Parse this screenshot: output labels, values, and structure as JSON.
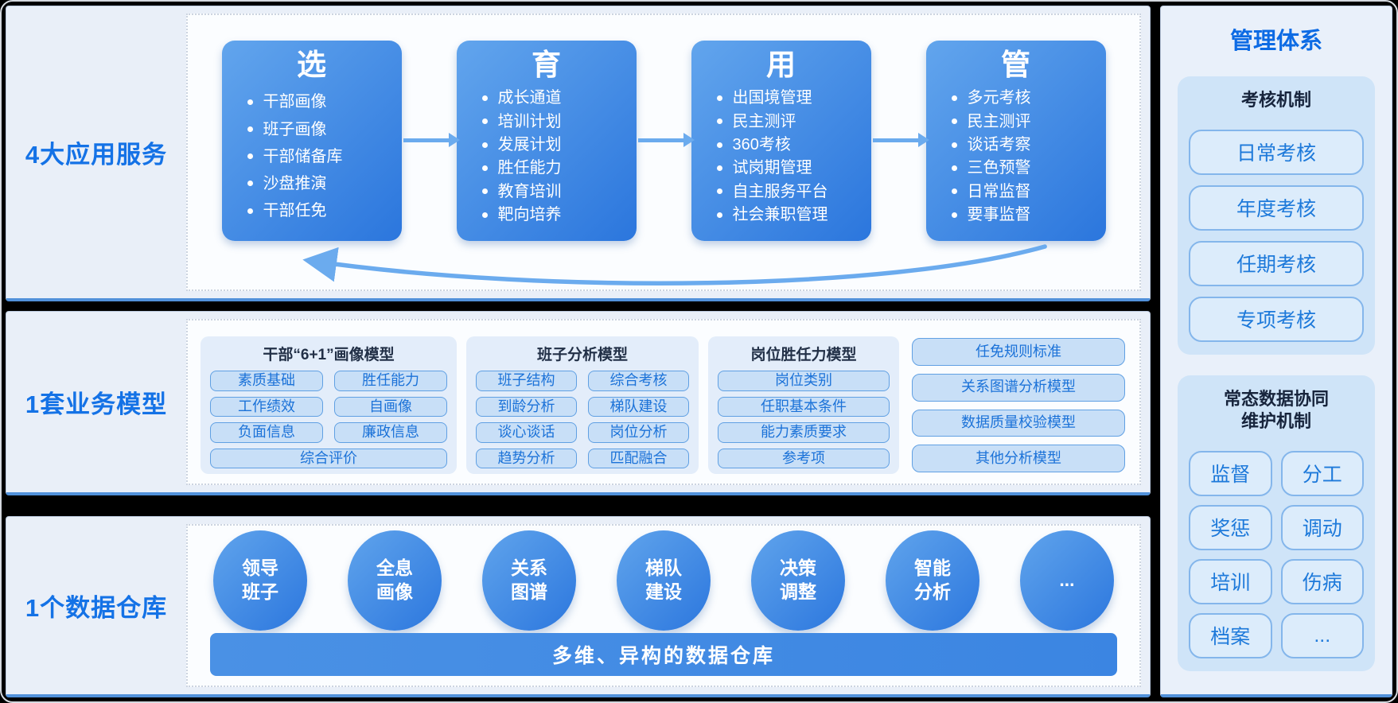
{
  "colors": {
    "accent_label": "#1472e6",
    "sidebar_title": "#0d6be4",
    "box_gradient": [
      "#62a5ed",
      "#2b76dd"
    ],
    "bar_gradient": [
      "#4a91e5",
      "#3b85e2"
    ],
    "pill_bg": "#c8dff7",
    "pill_border": "#60a0e3",
    "pill_text": "#1b72d8",
    "panel_bg": "#e9eff8",
    "card_bg": "#cfe4f8",
    "arrow": "#6babee"
  },
  "sections": [
    {
      "label": "4大应用服务",
      "boxes": [
        {
          "title": "选",
          "items": [
            "干部画像",
            "班子画像",
            "干部储备库",
            "沙盘推演",
            "干部任免"
          ]
        },
        {
          "title": "育",
          "items": [
            "成长通道",
            "培训计划",
            "发展计划",
            "胜任能力",
            "教育培训",
            "靶向培养"
          ]
        },
        {
          "title": "用",
          "items": [
            "出国境管理",
            "民主测评",
            "360考核",
            "试岗期管理",
            "自主服务平台",
            "社会兼职管理"
          ]
        },
        {
          "title": "管",
          "items": [
            "多元考核",
            "民主测评",
            "谈话考察",
            "三色预警",
            "日常监督",
            "要事监督"
          ]
        }
      ]
    },
    {
      "label": "1套业务模型",
      "groups": [
        {
          "title": "干部“6+1”画像模型",
          "columns": 2,
          "wide_last": true,
          "pills": [
            "素质基础",
            "胜任能力",
            "工作绩效",
            "自画像",
            "负面信息",
            "廉政信息",
            "综合评价"
          ]
        },
        {
          "title": "班子分析模型",
          "columns": 2,
          "wide_last": false,
          "pills": [
            "班子结构",
            "综合考核",
            "到龄分析",
            "梯队建设",
            "谈心谈话",
            "岗位分析",
            "趋势分析",
            "匹配融合"
          ]
        },
        {
          "title": "岗位胜任力模型",
          "columns": 1,
          "wide_last": false,
          "pills": [
            "岗位类别",
            "任职基本条件",
            "能力素质要求",
            "参考项"
          ]
        }
      ],
      "side_pills": [
        "任免规则标准",
        "关系图谱分析模型",
        "数据质量校验模型",
        "其他分析模型"
      ]
    },
    {
      "label": "1个数据仓库",
      "circles": [
        "领导\n班子",
        "全息\n画像",
        "关系\n图谱",
        "梯队\n建设",
        "决策\n调整",
        "智能\n分析",
        "..."
      ],
      "bar_label": "多维、异构的数据仓库"
    }
  ],
  "sidebar": {
    "title": "管理体系",
    "assess": {
      "title": "考核机制",
      "buttons": [
        "日常考核",
        "年度考核",
        "任期考核",
        "专项考核"
      ]
    },
    "maintain": {
      "title": "常态数据协同\n维护机制",
      "buttons": [
        "监督",
        "分工",
        "奖惩",
        "调动",
        "培训",
        "伤病",
        "档案",
        "..."
      ]
    }
  }
}
